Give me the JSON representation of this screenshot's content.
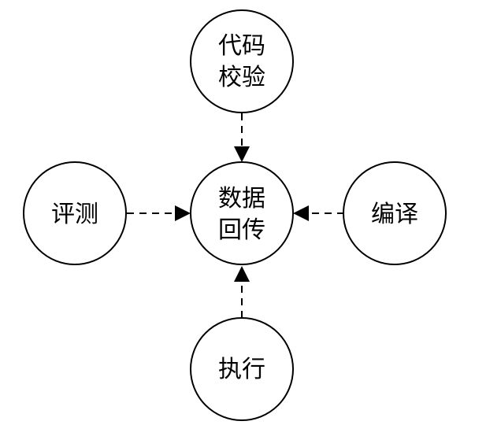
{
  "diagram": {
    "center": {
      "label_line1": "数据",
      "label_line2": "回传"
    },
    "top": {
      "label_line1": "代码",
      "label_line2": "校验"
    },
    "left": {
      "label": "评测"
    },
    "right": {
      "label": "编译"
    },
    "bottom": {
      "label": "执行"
    },
    "edges": [
      {
        "from": "代码校验",
        "to": "数据回传",
        "style": "dashed-arrow"
      },
      {
        "from": "评测",
        "to": "数据回传",
        "style": "dashed-arrow"
      },
      {
        "from": "编译",
        "to": "数据回传",
        "style": "dashed-arrow"
      },
      {
        "from": "执行",
        "to": "数据回传",
        "style": "dashed-arrow"
      }
    ]
  }
}
